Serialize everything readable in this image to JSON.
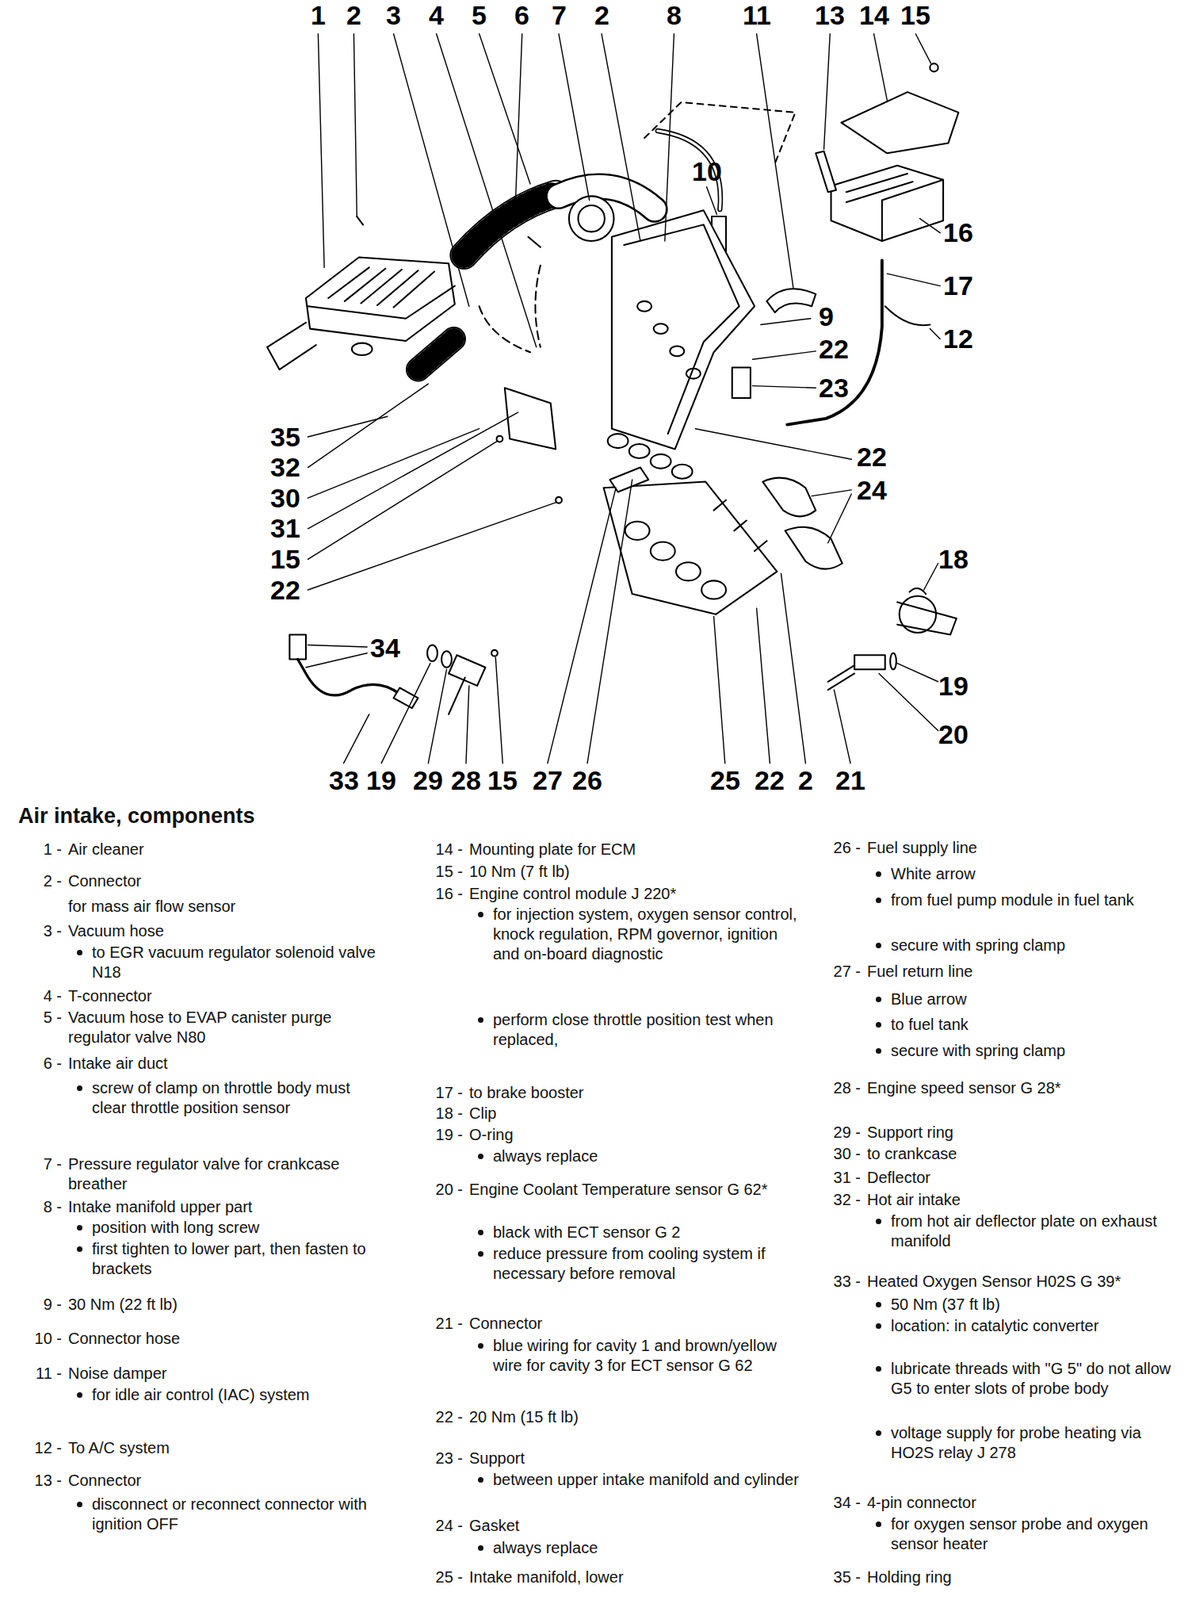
{
  "diagram": {
    "title": "Air intake, components",
    "labels": [
      "1",
      "2",
      "3",
      "4",
      "5",
      "6",
      "7",
      "2",
      "8",
      "11",
      "13",
      "14",
      "15",
      "10",
      "16",
      "17",
      "9",
      "12",
      "22",
      "23",
      "22",
      "24",
      "18",
      "19",
      "20",
      "35",
      "32",
      "30",
      "31",
      "15",
      "22",
      "34",
      "33",
      "19",
      "29",
      "28",
      "15",
      "27",
      "26",
      "25",
      "22",
      "2",
      "21",
      "1 -",
      "Air cleaner",
      "2 -",
      "Connector",
      "for mass air flow sensor",
      "3 -",
      "Vacuum hose",
      "to EGR vacuum regulator solenoid valve N18",
      "4 -",
      "T-connector",
      "5 -",
      "Vacuum hose to EVAP canister purge regulator valve N80",
      "6 -",
      "Intake air duct",
      "screw of clamp on throttle body must clear throttle position sensor",
      "7 -",
      "Pressure regulator valve for crankcase breather",
      "8 -",
      "Intake manifold upper part",
      "position with long screw",
      "first tighten to lower part, then fasten to brackets",
      "9 -",
      "30 Nm (22 ft lb)",
      "10 -",
      "Connector hose",
      "11 -",
      "Noise damper",
      "for idle air control (IAC) system",
      "12 -",
      "To A/C system",
      "13 -",
      "Connector",
      "disconnect or reconnect connector with ignition OFF",
      "14 -",
      "Mounting plate for ECM",
      "15 -",
      "10 Nm (7 ft lb)",
      "16 -",
      "Engine control module J 220*",
      "for injection system, oxygen sensor control, knock regulation, RPM governor, ignition and on-board diagnostic",
      "perform close throttle position test when replaced,",
      "17 -",
      "to brake booster",
      "18 -",
      "Clip",
      "19 -",
      "O-ring",
      "always replace",
      "20 -",
      "Engine Coolant Temperature sensor G 62*",
      "black with ECT sensor G 2",
      "reduce pressure from cooling system if necessary before removal",
      "21 -",
      "Connector",
      "blue wiring for cavity 1 and brown/yellow wire for cavity 3 for ECT sensor G 62",
      "22 -",
      "20 Nm (15 ft lb)",
      "23 -",
      "Support",
      "between upper intake manifold and cylinder",
      "24 -",
      "Gasket",
      "always replace",
      "25 -",
      "Intake manifold, lower",
      "26 -",
      "Fuel supply line",
      "White arrow",
      "from fuel pump module in fuel tank",
      "secure with spring clamp",
      "27 -",
      "Fuel return line",
      "Blue arrow",
      "to fuel tank",
      "secure with spring clamp",
      "28 -",
      "Engine speed sensor G 28*",
      "29 -",
      "Support ring",
      "30 -",
      "to crankcase",
      "31 -",
      "Deflector",
      "32 -",
      "Hot air intake",
      "from hot air deflector plate on exhaust manifold",
      "33 -",
      "Heated Oxygen Sensor H02S G 39*",
      "50 Nm (37 ft lb)",
      "location: in catalytic converter",
      "lubricate threads with \"G 5\" do not allow G5 to enter slots of probe body",
      "voltage supply for probe heating via HO2S relay J 278",
      "34 -",
      "4-pin connector",
      "for oxygen sensor probe and oxygen sensor heater",
      "35 -",
      "Holding ring"
    ]
  }
}
